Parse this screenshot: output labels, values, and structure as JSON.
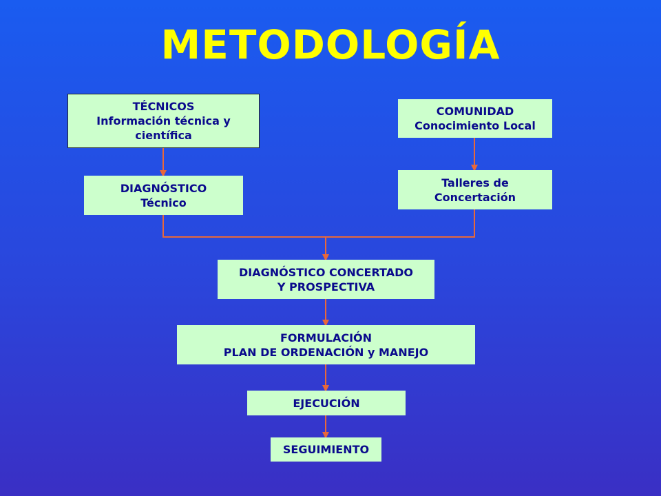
{
  "title": "METODOLOGÍA",
  "nodes": {
    "tecnicos": {
      "line1": "TÉCNICOS",
      "line2": "Información técnica y",
      "line3": "científica"
    },
    "comunidad": {
      "line1": "COMUNIDAD",
      "line2": "Conocimiento Local"
    },
    "diagnostico_tecnico": {
      "line1": "DIAGNÓSTICO",
      "line2": "Técnico"
    },
    "talleres": {
      "line1": "Talleres de",
      "line2": "Concertación"
    },
    "diagnostico_concertado": {
      "line1": "DIAGNÓSTICO CONCERTADO",
      "line2": "Y PROSPECTIVA"
    },
    "formulacion": {
      "line1": "FORMULACIÓN",
      "line2": "PLAN DE ORDENACIÓN y MANEJO"
    },
    "ejecucion": {
      "line1": "EJECUCIÓN"
    },
    "seguimiento": {
      "line1": "SEGUIMIENTO"
    }
  },
  "colors": {
    "title": "#ffff00",
    "box_fill": "#ccffcc",
    "box_text": "#0a0a8c",
    "connector": "#e8683a"
  }
}
